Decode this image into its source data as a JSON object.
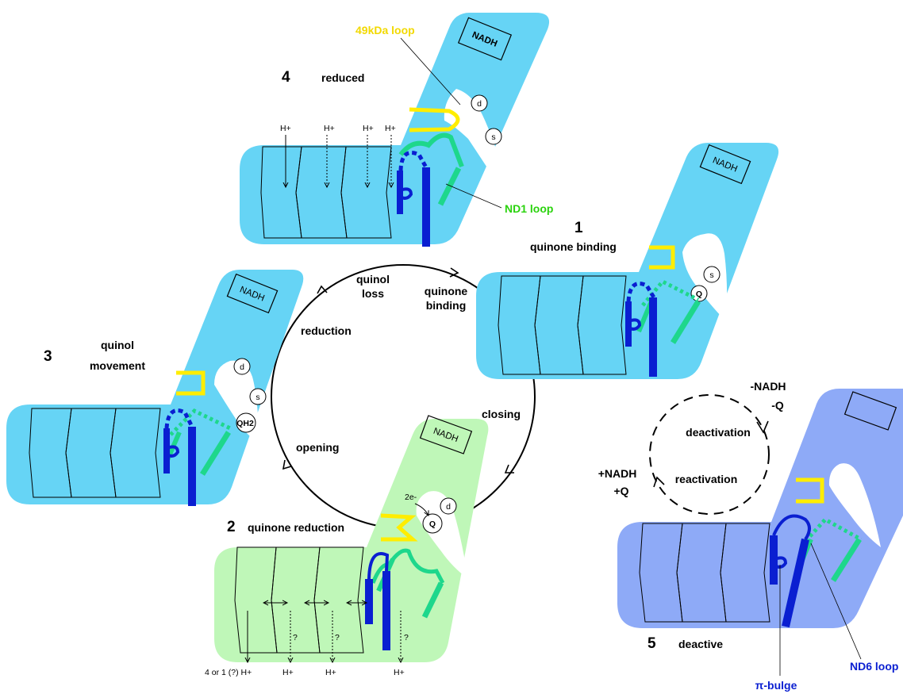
{
  "colors": {
    "membrane_blue": "#66d4f5",
    "membrane_green": "#bff7b8",
    "membrane_violet": "#8eaaf7",
    "loop_49kda": "#ffed00",
    "loop_nd1": "#1ed78c",
    "loop_nd6": "#0a1fd1"
  },
  "states": {
    "s1": {
      "number": "1",
      "title": "quinone binding",
      "nadh": "NADH",
      "d": "s",
      "q": "Q"
    },
    "s2": {
      "number": "2",
      "title": "quinone reduction",
      "nadh": "NADH",
      "d": "d",
      "q": "Q",
      "electrons": "2e-",
      "proton_main": "4 or 1 (?) H+",
      "proton": "H+",
      "unknown": "?"
    },
    "s3": {
      "number": "3",
      "title_line1": "quinol",
      "title_line2": "movement",
      "nadh": "NADH",
      "d": "d",
      "s": "s",
      "qh2": "QH2"
    },
    "s4": {
      "number": "4",
      "title": "reduced",
      "nadh": "NADH",
      "d": "d",
      "s": "s",
      "proton": "H+"
    },
    "s5": {
      "number": "5",
      "title": "deactive"
    }
  },
  "cycle": {
    "quinol_loss_line1": "quinol",
    "quinol_loss_line2": "loss",
    "quinone_binding_line1": "quinone",
    "quinone_binding_line2": "binding",
    "reduction": "reduction",
    "closing": "closing",
    "opening": "opening"
  },
  "deact": {
    "minus_nadh": "-NADH",
    "minus_q": "-Q",
    "plus_nadh": "+NADH",
    "plus_q": "+Q",
    "deactivation": "deactivation",
    "reactivation": "reactivation"
  },
  "callouts": {
    "loop_49kda": "49kDa loop",
    "nd1_loop": "ND1 loop",
    "nd6_loop": "ND6 loop",
    "pi_bulge": "π-bulge"
  }
}
